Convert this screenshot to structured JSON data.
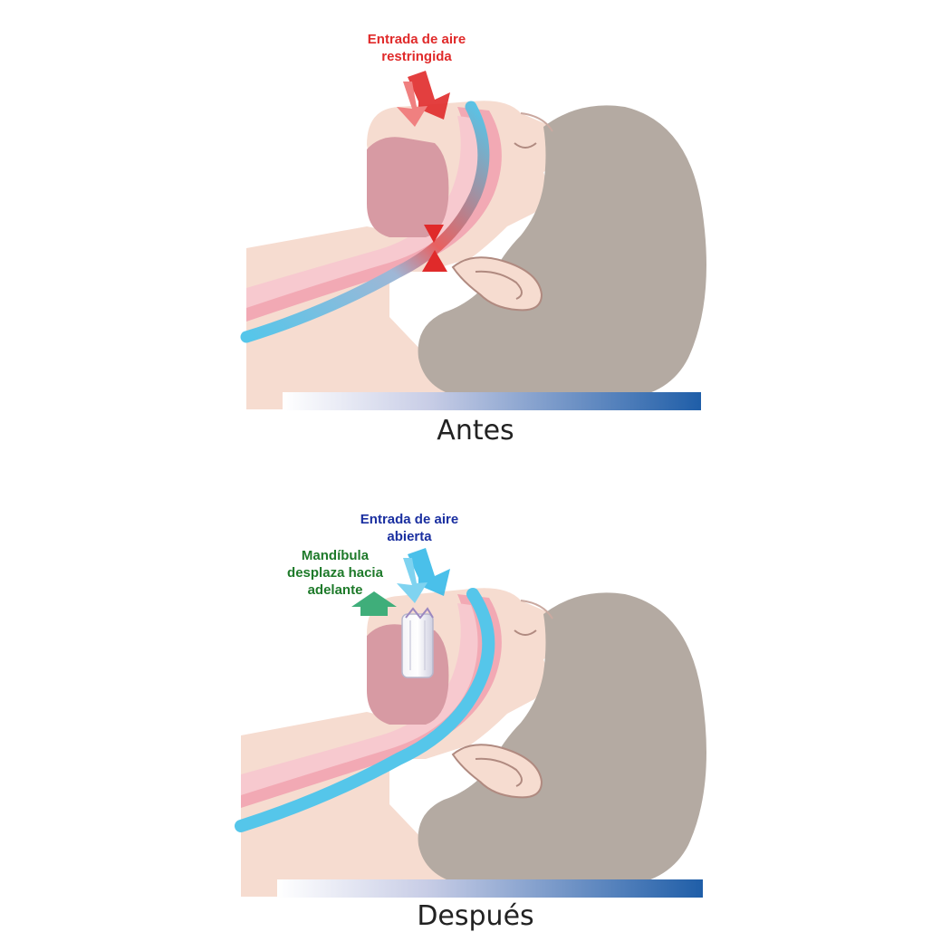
{
  "colors": {
    "skin": "#f6dcd0",
    "tissue_pink": "#f2a9b4",
    "tissue_light": "#f7c9cf",
    "mouth_dark": "#d79aa3",
    "hair_gray": "#b4aaa2",
    "airway_blue": "#55c6ea",
    "restricted_red": "#e02a2a",
    "open_blue": "#36b9e8",
    "label_blue": "#1a2fa0",
    "label_green": "#1e7a2a",
    "arrow_green": "#3fae7a",
    "pillow_dark": "#1f5ea8",
    "pillow_light": "#dfe3ef"
  },
  "before": {
    "callout": {
      "line1": "Entrada de aire",
      "line2": "restringida"
    },
    "caption": "Antes"
  },
  "after": {
    "airflow_callout": {
      "line1": "Entrada de aire",
      "line2": "abierta"
    },
    "jaw_callout": {
      "line1": "Mandíbula",
      "line2": "desplaza hacia",
      "line3": "adelante"
    },
    "caption": "Después"
  }
}
